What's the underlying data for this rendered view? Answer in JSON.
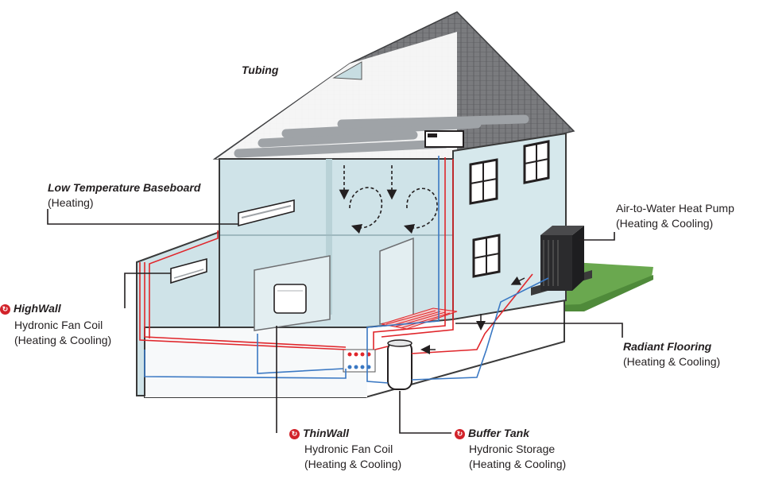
{
  "labels": {
    "tubing": {
      "title": "Tubing"
    },
    "baseboard": {
      "title": "Low Temperature Baseboard",
      "mode": "(Heating)"
    },
    "heat_pump": {
      "title": "Air-to-Water Heat Pump",
      "mode": "(Heating & Cooling)"
    },
    "highwall": {
      "title": "HighWall",
      "type": "Hydronic Fan Coil",
      "mode": "(Heating & Cooling)"
    },
    "radiant": {
      "title": "Radiant Flooring",
      "mode": "(Heating & Cooling)"
    },
    "thinwall": {
      "title": "ThinWall",
      "type": "Hydronic Fan Coil",
      "mode": "(Heating & Cooling)"
    },
    "buffer": {
      "title": "Buffer Tank",
      "type": "Hydronic Storage",
      "mode": "(Heating & Cooling)"
    }
  },
  "colors": {
    "wall": "#d3e5e8",
    "wall_dark": "#b9d2d7",
    "roof": "#6d6e71",
    "floor": "#ffffff",
    "supply_pipe": "#e0262b",
    "return_pipe": "#3a78c3",
    "brand": "#d2232a",
    "grass": "#6aa84f",
    "duct": "#9fa3a7"
  },
  "icons": {
    "brand_logo": "brand-swirl-icon",
    "arrow": "arrow-icon"
  }
}
